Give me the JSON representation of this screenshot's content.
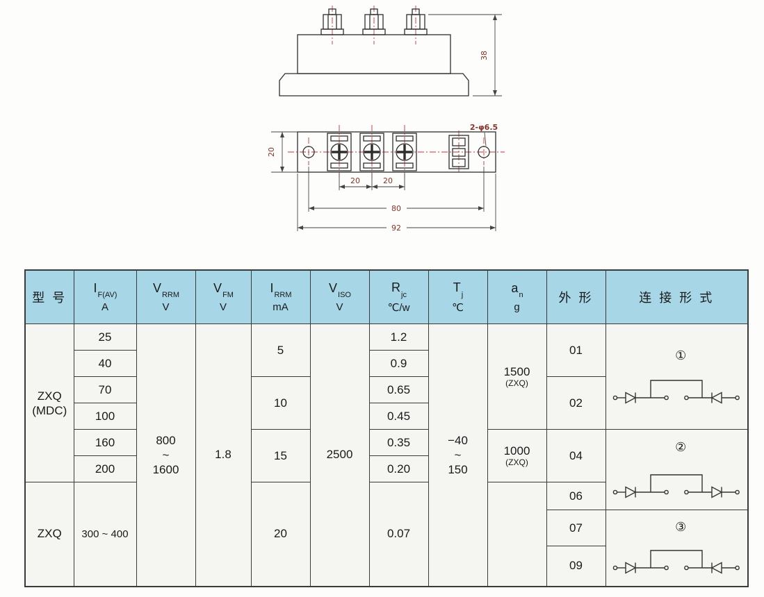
{
  "table": {
    "headers": [
      {
        "label": "型 号"
      },
      {
        "sym": "I",
        "sub": "F(AV)",
        "unit": "A"
      },
      {
        "sym": "V",
        "sub": "RRM",
        "unit": "V"
      },
      {
        "sym": "V",
        "sub": "FM",
        "unit": "V"
      },
      {
        "sym": "I",
        "sub": "RRM",
        "unit": "mA"
      },
      {
        "sym": "V",
        "sub": "ISO",
        "unit": "V"
      },
      {
        "sym": "R",
        "sub": "jc",
        "unit": "℃/w"
      },
      {
        "sym": "T",
        "sub": "j",
        "unit": "℃"
      },
      {
        "sym": "a",
        "sub": "n",
        "unit": "g"
      },
      {
        "label": "外 形"
      },
      {
        "label": "连 接 形 式"
      }
    ],
    "rows": {
      "model_top_line1": "ZXQ",
      "model_top_line2": "(MDC)",
      "model_bottom": "ZXQ",
      "if_values": [
        "25",
        "40",
        "70",
        "100",
        "160",
        "200"
      ],
      "if_bottom": "300 ~ 400",
      "vrrm": {
        "l1": "800",
        "l2": "~",
        "l3": "1600"
      },
      "vfm": "1.8",
      "irrm": [
        "5",
        "10",
        "15",
        "20"
      ],
      "viso": "2500",
      "rjc": [
        "1.2",
        "0.9",
        "0.65",
        "0.45",
        "0.35",
        "0.20"
      ],
      "rjc_bottom": "0.07",
      "tj": {
        "l1": "−40",
        "l2": "~",
        "l3": "150"
      },
      "an": [
        {
          "value": "1500",
          "note": "(ZXQ)"
        },
        {
          "value": "1000",
          "note": "(ZXQ)"
        }
      ],
      "outline": [
        "01",
        "02",
        "04",
        "06",
        "07",
        "09"
      ],
      "circuit_labels": [
        "①",
        "②",
        "③"
      ]
    }
  },
  "drawing": {
    "side": {
      "height": "38"
    },
    "top": {
      "depth": "20",
      "pitch1": "20",
      "pitch2": "20",
      "inner_span": "80",
      "total_span": "92",
      "hole_note": "2-φ6.5"
    }
  }
}
